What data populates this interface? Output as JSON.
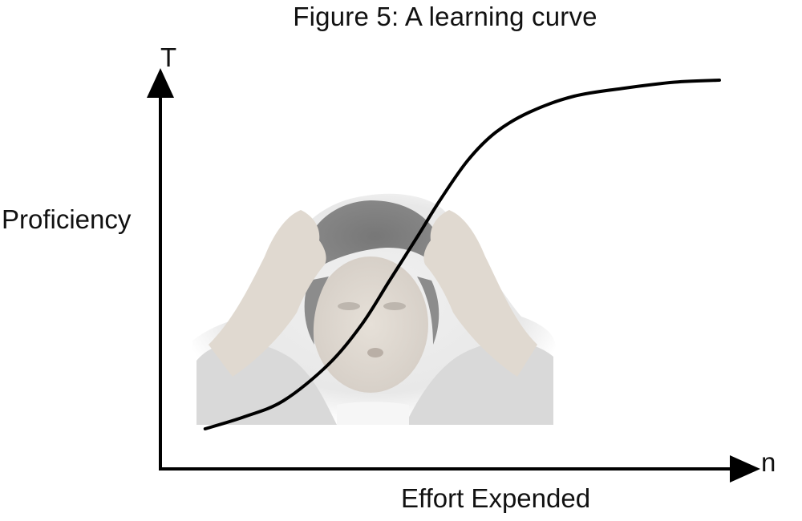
{
  "chart_data": {
    "type": "line",
    "title": "Figure 5: A learning curve",
    "xlabel": "Effort Expended",
    "ylabel": "Proficiency",
    "x_axis_end_label": "n",
    "y_axis_end_label": "T",
    "grid": false,
    "legend": "none",
    "xlim": [
      0,
      1
    ],
    "ylim": [
      0,
      1
    ],
    "series": [
      {
        "x": [
          0.08,
          0.15,
          0.22,
          0.3,
          0.36,
          0.41,
          0.46,
          0.5,
          0.55,
          0.6,
          0.66,
          0.74,
          0.83,
          0.92,
          1.0
        ],
        "y": [
          0.1,
          0.13,
          0.17,
          0.26,
          0.36,
          0.47,
          0.58,
          0.67,
          0.77,
          0.84,
          0.89,
          0.93,
          0.95,
          0.965,
          0.97
        ],
        "color": "#000000"
      }
    ],
    "annotations": [
      "background photo of a confused man holding his head"
    ]
  },
  "colors": {
    "curve": "#000000",
    "axes": "#000000"
  }
}
